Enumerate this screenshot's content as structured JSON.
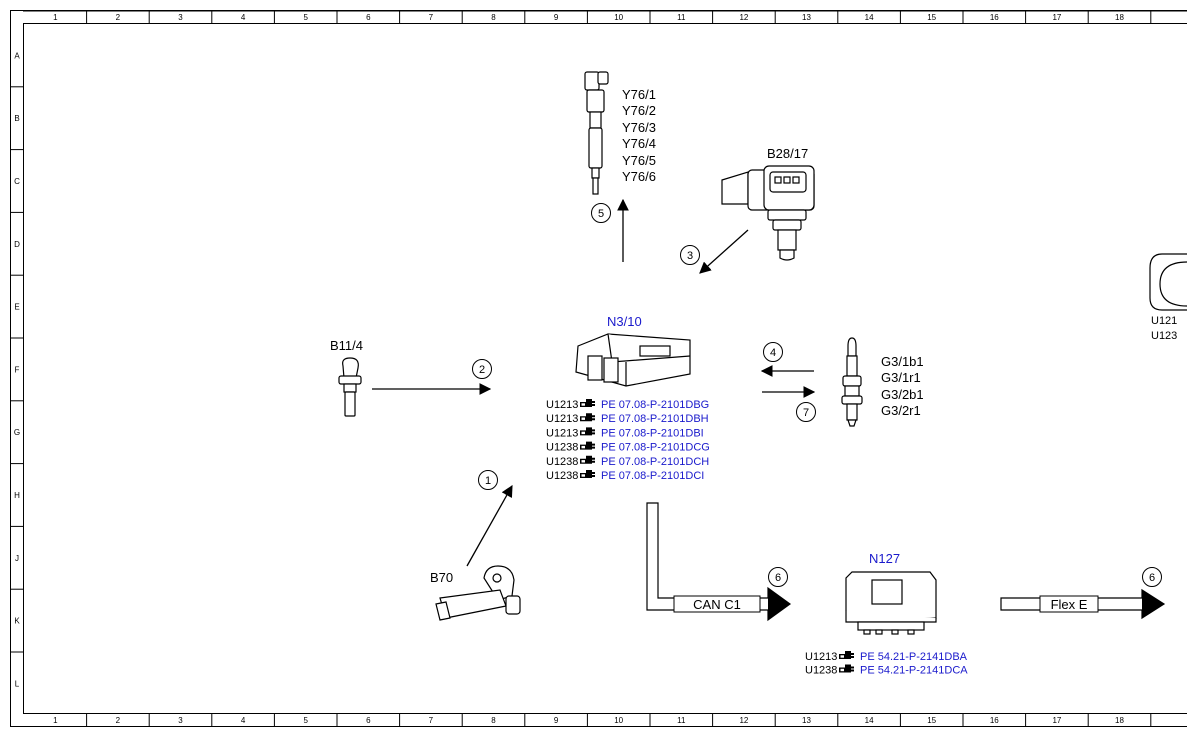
{
  "grid": {
    "columns": [
      "1",
      "2",
      "3",
      "4",
      "5",
      "6",
      "7",
      "8",
      "9",
      "10",
      "11",
      "12",
      "13",
      "14",
      "15",
      "16",
      "17",
      "18"
    ],
    "rows": [
      "A",
      "B",
      "C",
      "D",
      "E",
      "F",
      "G",
      "H",
      "J",
      "K",
      "L"
    ]
  },
  "components": {
    "injectors": [
      "Y76/1",
      "Y76/2",
      "Y76/3",
      "Y76/4",
      "Y76/5",
      "Y76/6"
    ],
    "pressure_sensor": "B28/17",
    "temp_sensor": "B11/4",
    "crank_sensor": "B70",
    "ecu": "N3/10",
    "o2_sensors": [
      "G3/1b1",
      "G3/1r1",
      "G3/2b1",
      "G3/2r1"
    ],
    "gateway": "N127",
    "partial_right": [
      "U121",
      "U123"
    ]
  },
  "steps": [
    "1",
    "2",
    "3",
    "4",
    "5",
    "6",
    "7",
    "6"
  ],
  "buses": {
    "can": "CAN C1",
    "flex": "Flex E"
  },
  "ecu_refs": [
    {
      "code": "U1213",
      "ref": "PE 07.08-P-2101DBG"
    },
    {
      "code": "U1213",
      "ref": "PE 07.08-P-2101DBH"
    },
    {
      "code": "U1213",
      "ref": "PE 07.08-P-2101DBI"
    },
    {
      "code": "U1238",
      "ref": "PE 07.08-P-2101DCG"
    },
    {
      "code": "U1238",
      "ref": "PE 07.08-P-2101DCH"
    },
    {
      "code": "U1238",
      "ref": "PE 07.08-P-2101DCI"
    }
  ],
  "gateway_refs": [
    {
      "code": "U1213",
      "ref": "PE 54.21-P-2141DBA"
    },
    {
      "code": "U1238",
      "ref": "PE 54.21-P-2141DCA"
    }
  ],
  "colors": {
    "link": "#1a1acc",
    "line": "#000000"
  }
}
